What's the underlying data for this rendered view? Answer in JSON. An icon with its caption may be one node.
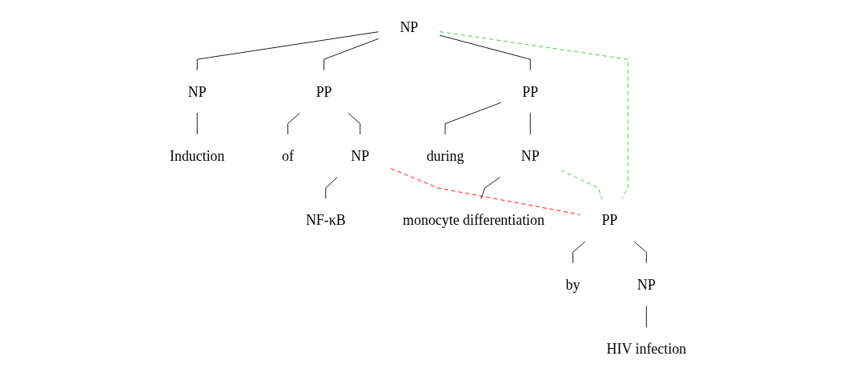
{
  "diagram": {
    "nodes": [
      {
        "text": [
          "NP"
        ]
      },
      {
        "text": [
          "NP"
        ]
      },
      {
        "text": [
          "PP"
        ]
      },
      {
        "text": [
          "PP"
        ]
      },
      {
        "text": [
          "Induction"
        ]
      },
      {
        "text": [
          "of"
        ]
      },
      {
        "text": [
          "NP"
        ]
      },
      {
        "text": [
          "during"
        ]
      },
      {
        "text": [
          "NP"
        ]
      },
      {
        "text": [
          "NF-κB"
        ]
      },
      {
        "text": [
          "monocyte differentiation"
        ]
      },
      {
        "text": [
          "PP"
        ]
      },
      {
        "text": [
          "by"
        ]
      },
      {
        "text": [
          "NP"
        ]
      },
      {
        "text": [
          "HIV infection"
        ]
      }
    ],
    "edges": [
      {
        "from": 0,
        "to": 1,
        "arrow": "none"
      },
      {
        "from": 0,
        "to": 2,
        "arrow": "none"
      },
      {
        "from": 0,
        "to": 3,
        "arrow": "none"
      },
      {
        "from": 1,
        "to": 4,
        "arrow": "none"
      },
      {
        "from": 2,
        "to": 5,
        "arrow": "none"
      },
      {
        "from": 2,
        "to": 6,
        "arrow": "none"
      },
      {
        "from": 3,
        "to": 7,
        "arrow": "none"
      },
      {
        "from": 3,
        "to": 8,
        "arrow": "none"
      },
      {
        "from": 6,
        "to": 9,
        "arrow": "none"
      },
      {
        "from": 8,
        "to": 10,
        "arrow": "none"
      },
      {
        "from": 11,
        "to": 12,
        "arrow": "none"
      },
      {
        "from": 11,
        "to": 13,
        "arrow": "none"
      },
      {
        "from": 13,
        "to": 14,
        "arrow": "none"
      },
      {
        "from": 0,
        "to": 11,
        "arrow": "none",
        "style": "dashed",
        "color": "#33cc33"
      },
      {
        "from": 6,
        "to": 11,
        "arrow": "none",
        "style": "dashed",
        "color": "#ff0000"
      },
      {
        "from": 8,
        "to": 11,
        "arrow": "none",
        "style": "dashed",
        "color": "#33cc33"
      }
    ]
  }
}
